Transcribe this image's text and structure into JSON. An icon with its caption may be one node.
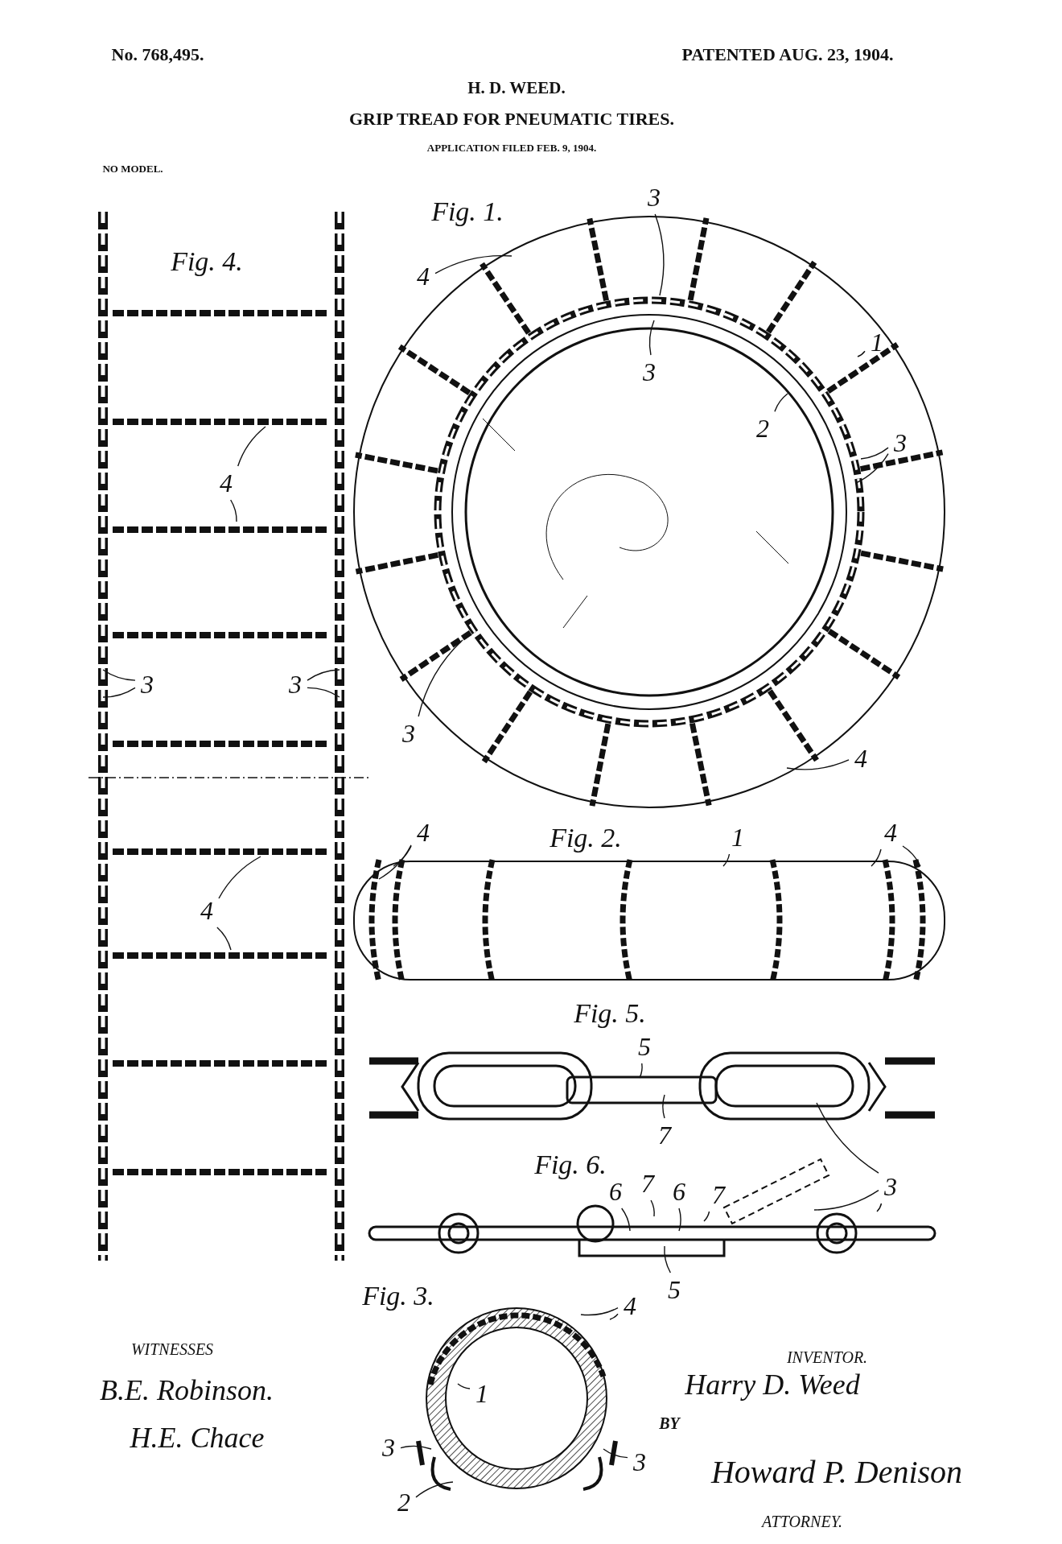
{
  "diagram": {
    "title": "GRIP TREAD FOR PNEUMATIC TIRES.",
    "nodes": [
      {
        "text": [
          "3"
        ]
      },
      {
        "text": [
          "4"
        ]
      },
      {
        "text": [
          "1"
        ]
      },
      {
        "text": [
          "3"
        ]
      },
      {
        "text": [
          "2"
        ]
      },
      {
        "text": [
          "3"
        ]
      },
      {
        "text": [
          "3"
        ]
      },
      {
        "text": [
          "4"
        ]
      },
      {
        "text": [
          "4"
        ]
      },
      {
        "text": [
          "3"
        ]
      },
      {
        "text": [
          "3"
        ]
      },
      {
        "text": [
          "4"
        ]
      },
      {
        "text": [
          "4"
        ]
      },
      {
        "text": [
          "1"
        ]
      },
      {
        "text": [
          "4"
        ]
      },
      {
        "text": [
          "5"
        ]
      },
      {
        "text": [
          "7"
        ]
      },
      {
        "text": [
          "6"
        ]
      },
      {
        "text": [
          "7"
        ]
      },
      {
        "text": [
          "6"
        ]
      },
      {
        "text": [
          "7"
        ]
      },
      {
        "text": [
          "3"
        ]
      },
      {
        "text": [
          "5"
        ]
      },
      {
        "text": [
          "4"
        ]
      },
      {
        "text": [
          "1"
        ]
      },
      {
        "text": [
          "3"
        ]
      },
      {
        "text": [
          "3"
        ]
      },
      {
        "text": [
          "2"
        ]
      }
    ],
    "edges": [
      {
        "from": 0,
        "to": null,
        "arrow": "none"
      },
      {
        "from": 1,
        "to": null,
        "arrow": "none"
      },
      {
        "from": 2,
        "to": null,
        "arrow": "none"
      },
      {
        "from": 3,
        "to": null,
        "arrow": "none"
      },
      {
        "from": 4,
        "to": null,
        "arrow": "none"
      },
      {
        "from": 5,
        "to": null,
        "arrow": "none"
      },
      {
        "from": 5,
        "to": null,
        "arrow": "none"
      },
      {
        "from": 6,
        "to": null,
        "arrow": "none"
      },
      {
        "from": 7,
        "to": null,
        "arrow": "none"
      },
      {
        "from": 8,
        "to": null,
        "arrow": "none"
      },
      {
        "from": 8,
        "to": null,
        "arrow": "none"
      },
      {
        "from": 9,
        "to": null,
        "arrow": "none"
      },
      {
        "from": 9,
        "to": null,
        "arrow": "none"
      },
      {
        "from": 10,
        "to": null,
        "arrow": "none"
      },
      {
        "from": 10,
        "to": null,
        "arrow": "none"
      },
      {
        "from": 11,
        "to": null,
        "arrow": "none"
      },
      {
        "from": 11,
        "to": null,
        "arrow": "none"
      },
      {
        "from": 12,
        "to": null,
        "arrow": "none"
      },
      {
        "from": 12,
        "to": null,
        "arrow": "none"
      },
      {
        "from": 13,
        "to": null,
        "arrow": "none"
      },
      {
        "from": 14,
        "to": null,
        "arrow": "none"
      },
      {
        "from": 14,
        "to": null,
        "arrow": "none"
      },
      {
        "from": 15,
        "to": null,
        "arrow": "none"
      },
      {
        "from": 16,
        "to": null,
        "arrow": "none"
      },
      {
        "from": 17,
        "to": null,
        "arrow": "none"
      },
      {
        "from": 18,
        "to": null,
        "arrow": "none"
      },
      {
        "from": 19,
        "to": null,
        "arrow": "none"
      },
      {
        "from": 20,
        "to": null,
        "arrow": "none"
      },
      {
        "from": 21,
        "to": null,
        "arrow": "none"
      },
      {
        "from": 21,
        "to": null,
        "arrow": "none"
      },
      {
        "from": 21,
        "to": null,
        "arrow": "none"
      },
      {
        "from": 22,
        "to": null,
        "arrow": "none"
      },
      {
        "from": 23,
        "to": null,
        "arrow": "none"
      },
      {
        "from": 23,
        "to": null,
        "arrow": "none"
      },
      {
        "from": 24,
        "to": null,
        "arrow": "none"
      },
      {
        "from": 25,
        "to": null,
        "arrow": "none"
      },
      {
        "from": 26,
        "to": null,
        "arrow": "none"
      },
      {
        "from": 27,
        "to": null,
        "arrow": "none"
      }
    ],
    "labels": [
      "No. 768,495.",
      "PATENTED AUG. 23, 1904.",
      "H. D. WEED.",
      "APPLICATION FILED FEB. 9, 1904.",
      "NO MODEL.",
      "Fig. 1.",
      "Fig. 4.",
      "Fig. 2.",
      "Fig. 5.",
      "Fig. 6.",
      "Fig. 3.",
      "WITNESSES",
      "B.E. Robinson.",
      "H.E. Chace",
      "INVENTOR.",
      "Harry D. Weed",
      "BY",
      "Howard P. Denison",
      "ATTORNEY."
    ]
  }
}
